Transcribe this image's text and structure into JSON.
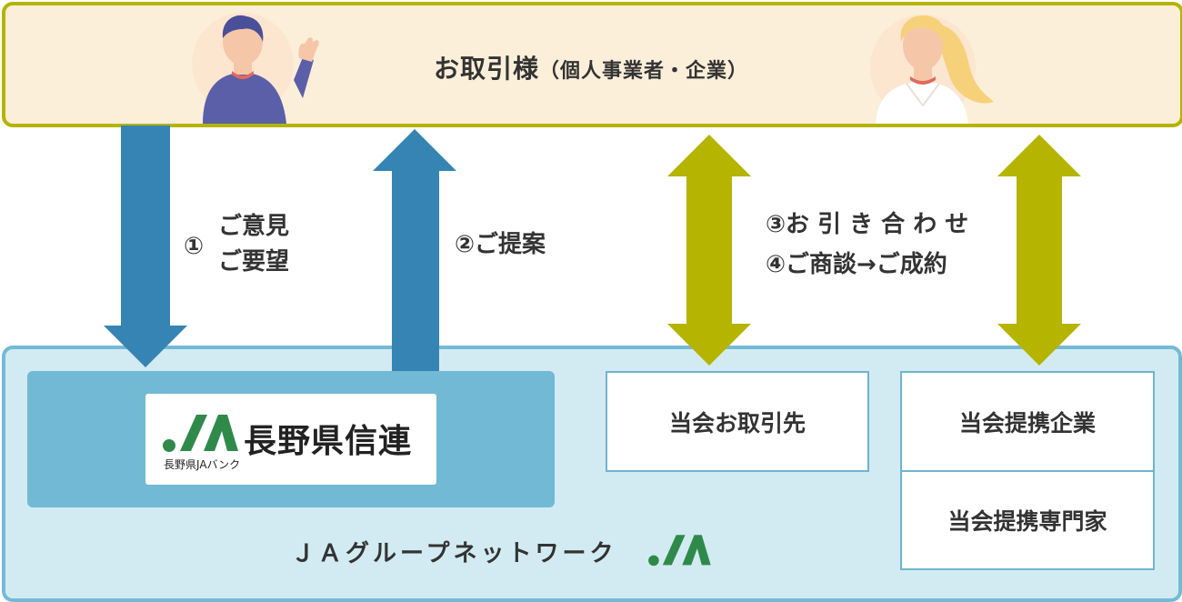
{
  "customer": {
    "title": "お取引様",
    "subtitle": "（個人事業者・企業）"
  },
  "flows": {
    "step1_number": "①",
    "step1_line1": "ご意見",
    "step1_line2": "ご要望",
    "step2": "②ご提案",
    "step3": "③お 引 き 合 わ せ",
    "step4": "④ご商談→ご成約"
  },
  "network": {
    "org_name": "長野県信連",
    "org_sub": "長野県JAバンク",
    "partner_clients": "当会お取引先",
    "partner_companies": "当会提携企業",
    "partner_experts": "当会提携専門家",
    "label": "ＪＡグループネットワーク"
  },
  "colors": {
    "border_olive": "#b5b400",
    "customer_bg": "#fbefd9",
    "arrow_blue": "#3684b4",
    "arrow_olive": "#b5b400",
    "network_bg": "#d2ebf2",
    "network_border": "#74bad6",
    "ja_green": "#2f8a4a"
  },
  "icons": {
    "customer_left": "man-waving-icon",
    "customer_right": "woman-icon",
    "ja_logo": "ja-logo-icon"
  }
}
